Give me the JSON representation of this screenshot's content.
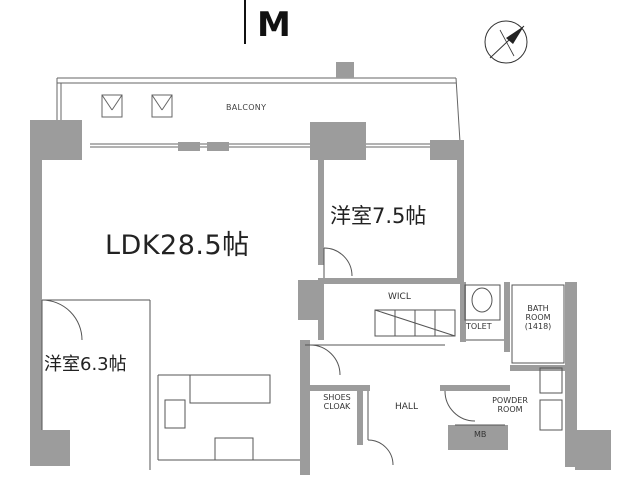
{
  "plan": {
    "unit_type": "M"
  },
  "rooms": {
    "ldk": "LDK28.5帖",
    "western_room_1": "洋室7.5帖",
    "western_room_2": "洋室6.3帖",
    "balcony": "BALCONY",
    "wicl": "WICL",
    "toilet": "TOLET",
    "bath_line1": "BATH",
    "bath_line2": "ROOM",
    "bath_size": "(1418)",
    "hall": "HALL",
    "shoes_line1": "SHOES",
    "shoes_line2": "CLOAK",
    "powder_line1": "POWDER",
    "powder_line2": "ROOM",
    "mb": "MB"
  },
  "colors": {
    "wall": "#9c9c9c",
    "line": "#555555"
  },
  "icons": {
    "compass": "north-arrow-icon"
  }
}
